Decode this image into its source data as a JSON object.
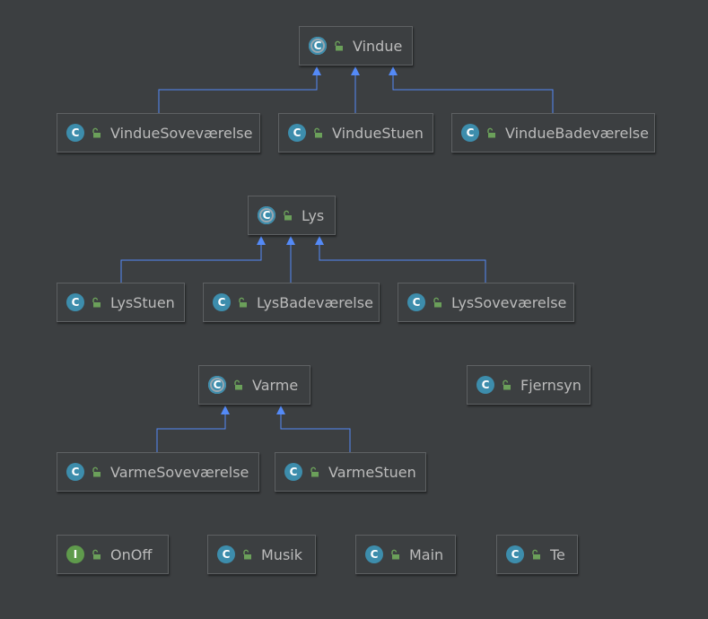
{
  "colors": {
    "background": "#3c3f41",
    "node_border": "#5e6163",
    "text": "#bbbbbb",
    "class_badge": "#3d8dac",
    "interface_badge": "#5f9a4c",
    "visibility_public": "#6ba05a",
    "edge": "#548af7"
  },
  "nodes": [
    {
      "name": "Vindue",
      "badge": "C",
      "kind": "abstract",
      "icon": "abstract-class-icon"
    },
    {
      "name": "VindueSoveværelse",
      "badge": "C",
      "kind": "class",
      "icon": "class-icon"
    },
    {
      "name": "VindueStuen",
      "badge": "C",
      "kind": "class",
      "icon": "class-icon"
    },
    {
      "name": "VindueBadeværelse",
      "badge": "C",
      "kind": "class",
      "icon": "class-icon"
    },
    {
      "name": "Lys",
      "badge": "C",
      "kind": "abstract",
      "icon": "abstract-class-icon"
    },
    {
      "name": "LysStuen",
      "badge": "C",
      "kind": "class",
      "icon": "class-icon"
    },
    {
      "name": "LysBadeværelse",
      "badge": "C",
      "kind": "class",
      "icon": "class-icon"
    },
    {
      "name": "LysSoveværelse",
      "badge": "C",
      "kind": "class",
      "icon": "class-icon"
    },
    {
      "name": "Varme",
      "badge": "C",
      "kind": "abstract",
      "icon": "abstract-class-icon"
    },
    {
      "name": "Fjernsyn",
      "badge": "C",
      "kind": "class",
      "icon": "class-icon"
    },
    {
      "name": "VarmeSoveværelse",
      "badge": "C",
      "kind": "class",
      "icon": "class-icon"
    },
    {
      "name": "VarmeStuen",
      "badge": "C",
      "kind": "class",
      "icon": "class-icon"
    },
    {
      "name": "OnOff",
      "badge": "I",
      "kind": "interface",
      "icon": "interface-icon"
    },
    {
      "name": "Musik",
      "badge": "C",
      "kind": "class",
      "icon": "class-icon"
    },
    {
      "name": "Main",
      "badge": "C",
      "kind": "class",
      "icon": "class-icon"
    },
    {
      "name": "Te",
      "badge": "C",
      "kind": "class",
      "icon": "class-icon"
    }
  ],
  "inheritance": [
    {
      "parent": "Vindue",
      "child": "VindueSoveværelse"
    },
    {
      "parent": "Vindue",
      "child": "VindueStuen"
    },
    {
      "parent": "Vindue",
      "child": "VindueBadeværelse"
    },
    {
      "parent": "Lys",
      "child": "LysStuen"
    },
    {
      "parent": "Lys",
      "child": "LysBadeværelse"
    },
    {
      "parent": "Lys",
      "child": "LysSoveværelse"
    },
    {
      "parent": "Varme",
      "child": "VarmeSoveværelse"
    },
    {
      "parent": "Varme",
      "child": "VarmeStuen"
    }
  ]
}
